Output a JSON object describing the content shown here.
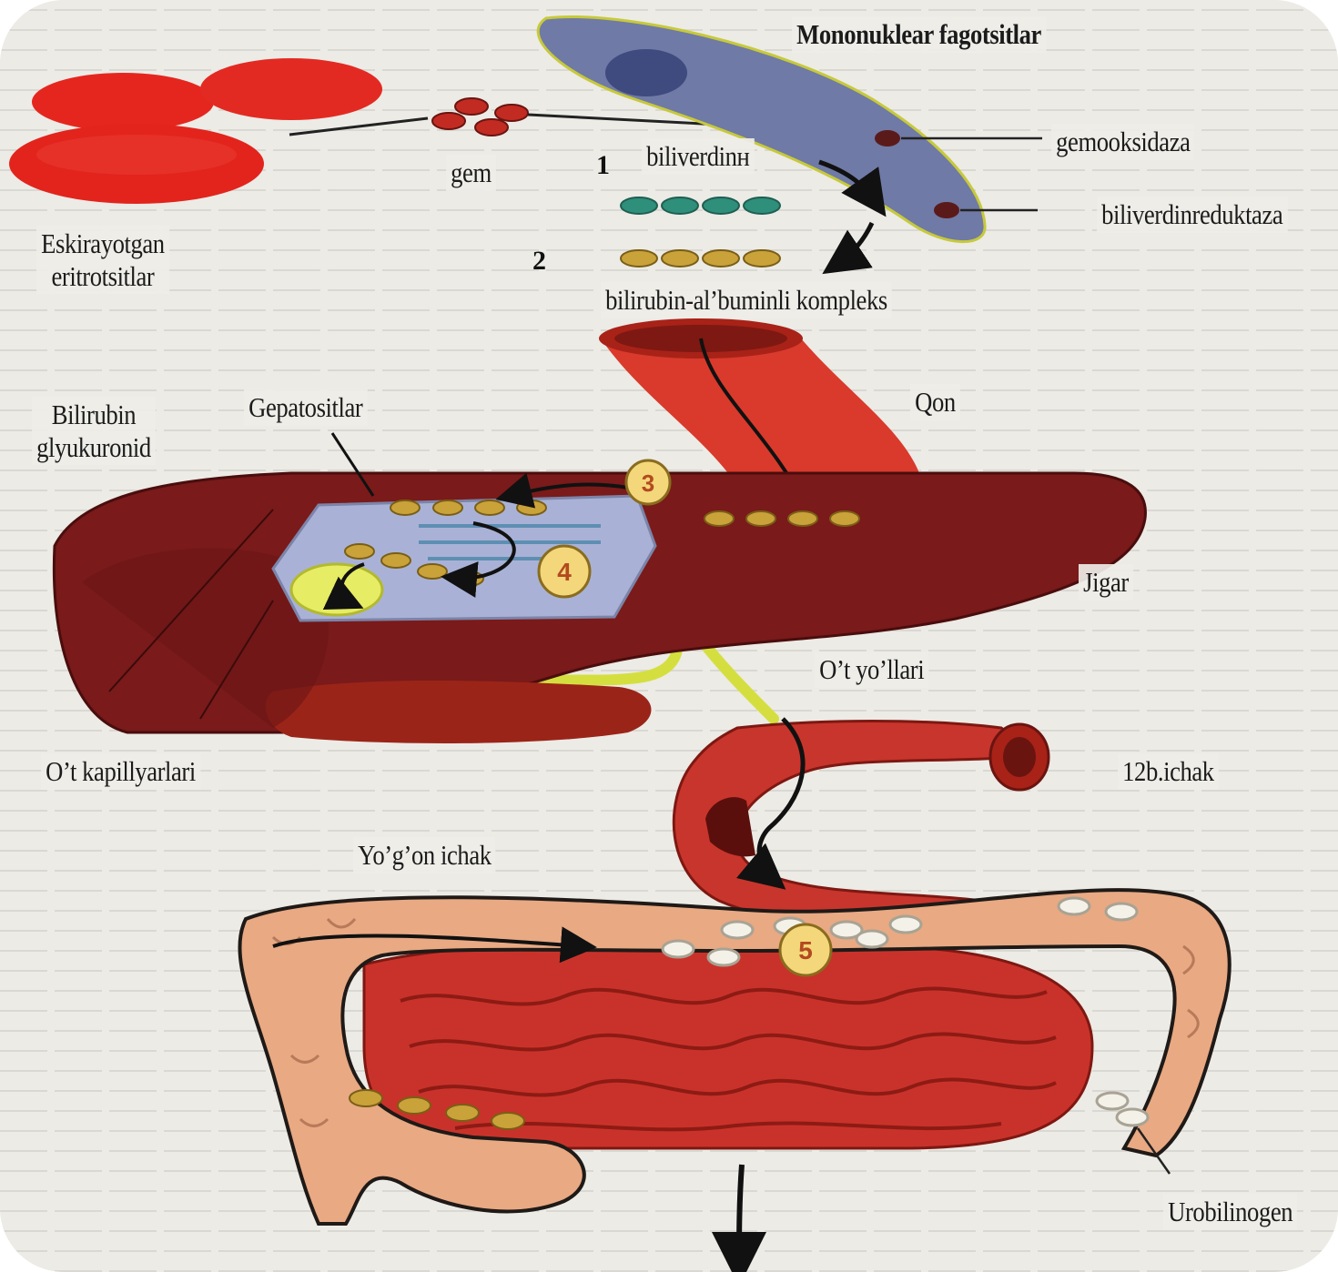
{
  "labels": {
    "mononuclear": "Mononuklear fagotsitlar",
    "gemooksidaza": "gemooksidaza",
    "biliverdinreduktaza": "biliverdinreduktaza",
    "gem": "gem",
    "biliverdin": "biliverdinн",
    "old_erythrocytes_line1": "Eskirayotgan",
    "old_erythrocytes_line2": "eritrotsitlar",
    "complex": "bilirubin-al’buminli kompleks",
    "bilirubin_glucuronide_line1": "Bilirubin",
    "bilirubin_glucuronide_line2": "glyukuronid",
    "hepatocytes": "Gepatositlar",
    "blood": "Qon",
    "liver": "Jigar",
    "bile_ducts": "O’t yo’llari",
    "bile_capillaries": "O’t kapillyarlari",
    "duodenum": "12b.ichak",
    "large_intestine": "Yo’g’on ichak",
    "urobilinogen": "Urobilinogen"
  },
  "step_numbers": {
    "n1": "1",
    "n2": "2",
    "n3": "3",
    "n4": "4",
    "n5": "5"
  },
  "colors": {
    "background": "#ecebe6",
    "erythrocyte": "#e5261f",
    "phagocyte": "#6f7aa6",
    "liver": "#7a1a1a",
    "hepatocyte": "#a9b2d6",
    "intestine_large": "#e8a983",
    "intestine_small": "#c9322a",
    "bile": "#d4df3f",
    "pigment_gold": "#c9a23a",
    "pigment_green": "#2e8f7a"
  }
}
